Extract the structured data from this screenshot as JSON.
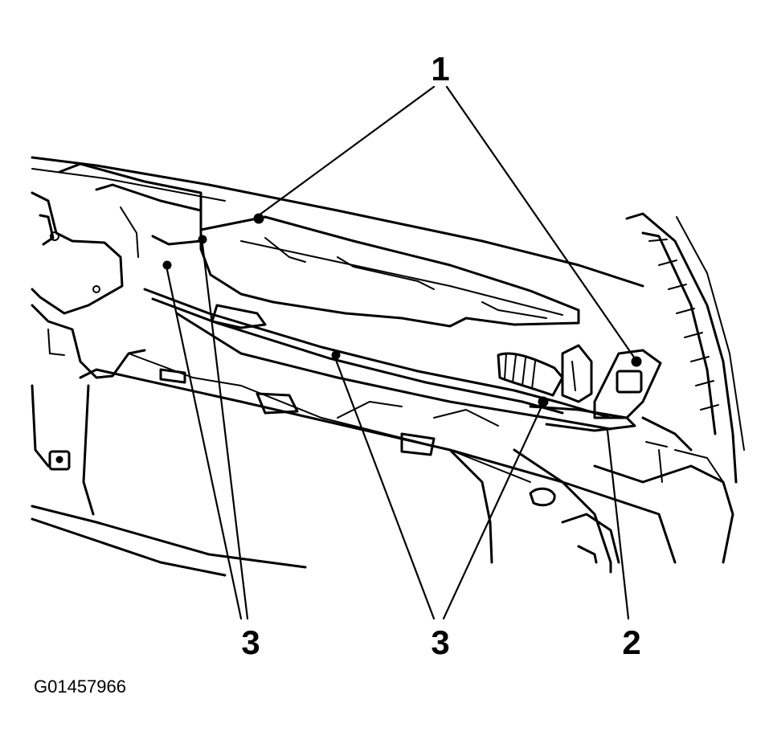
{
  "callouts": {
    "c1": "1",
    "c2": "2",
    "c3a": "3",
    "c3b": "3"
  },
  "figure_id": "G01457966"
}
